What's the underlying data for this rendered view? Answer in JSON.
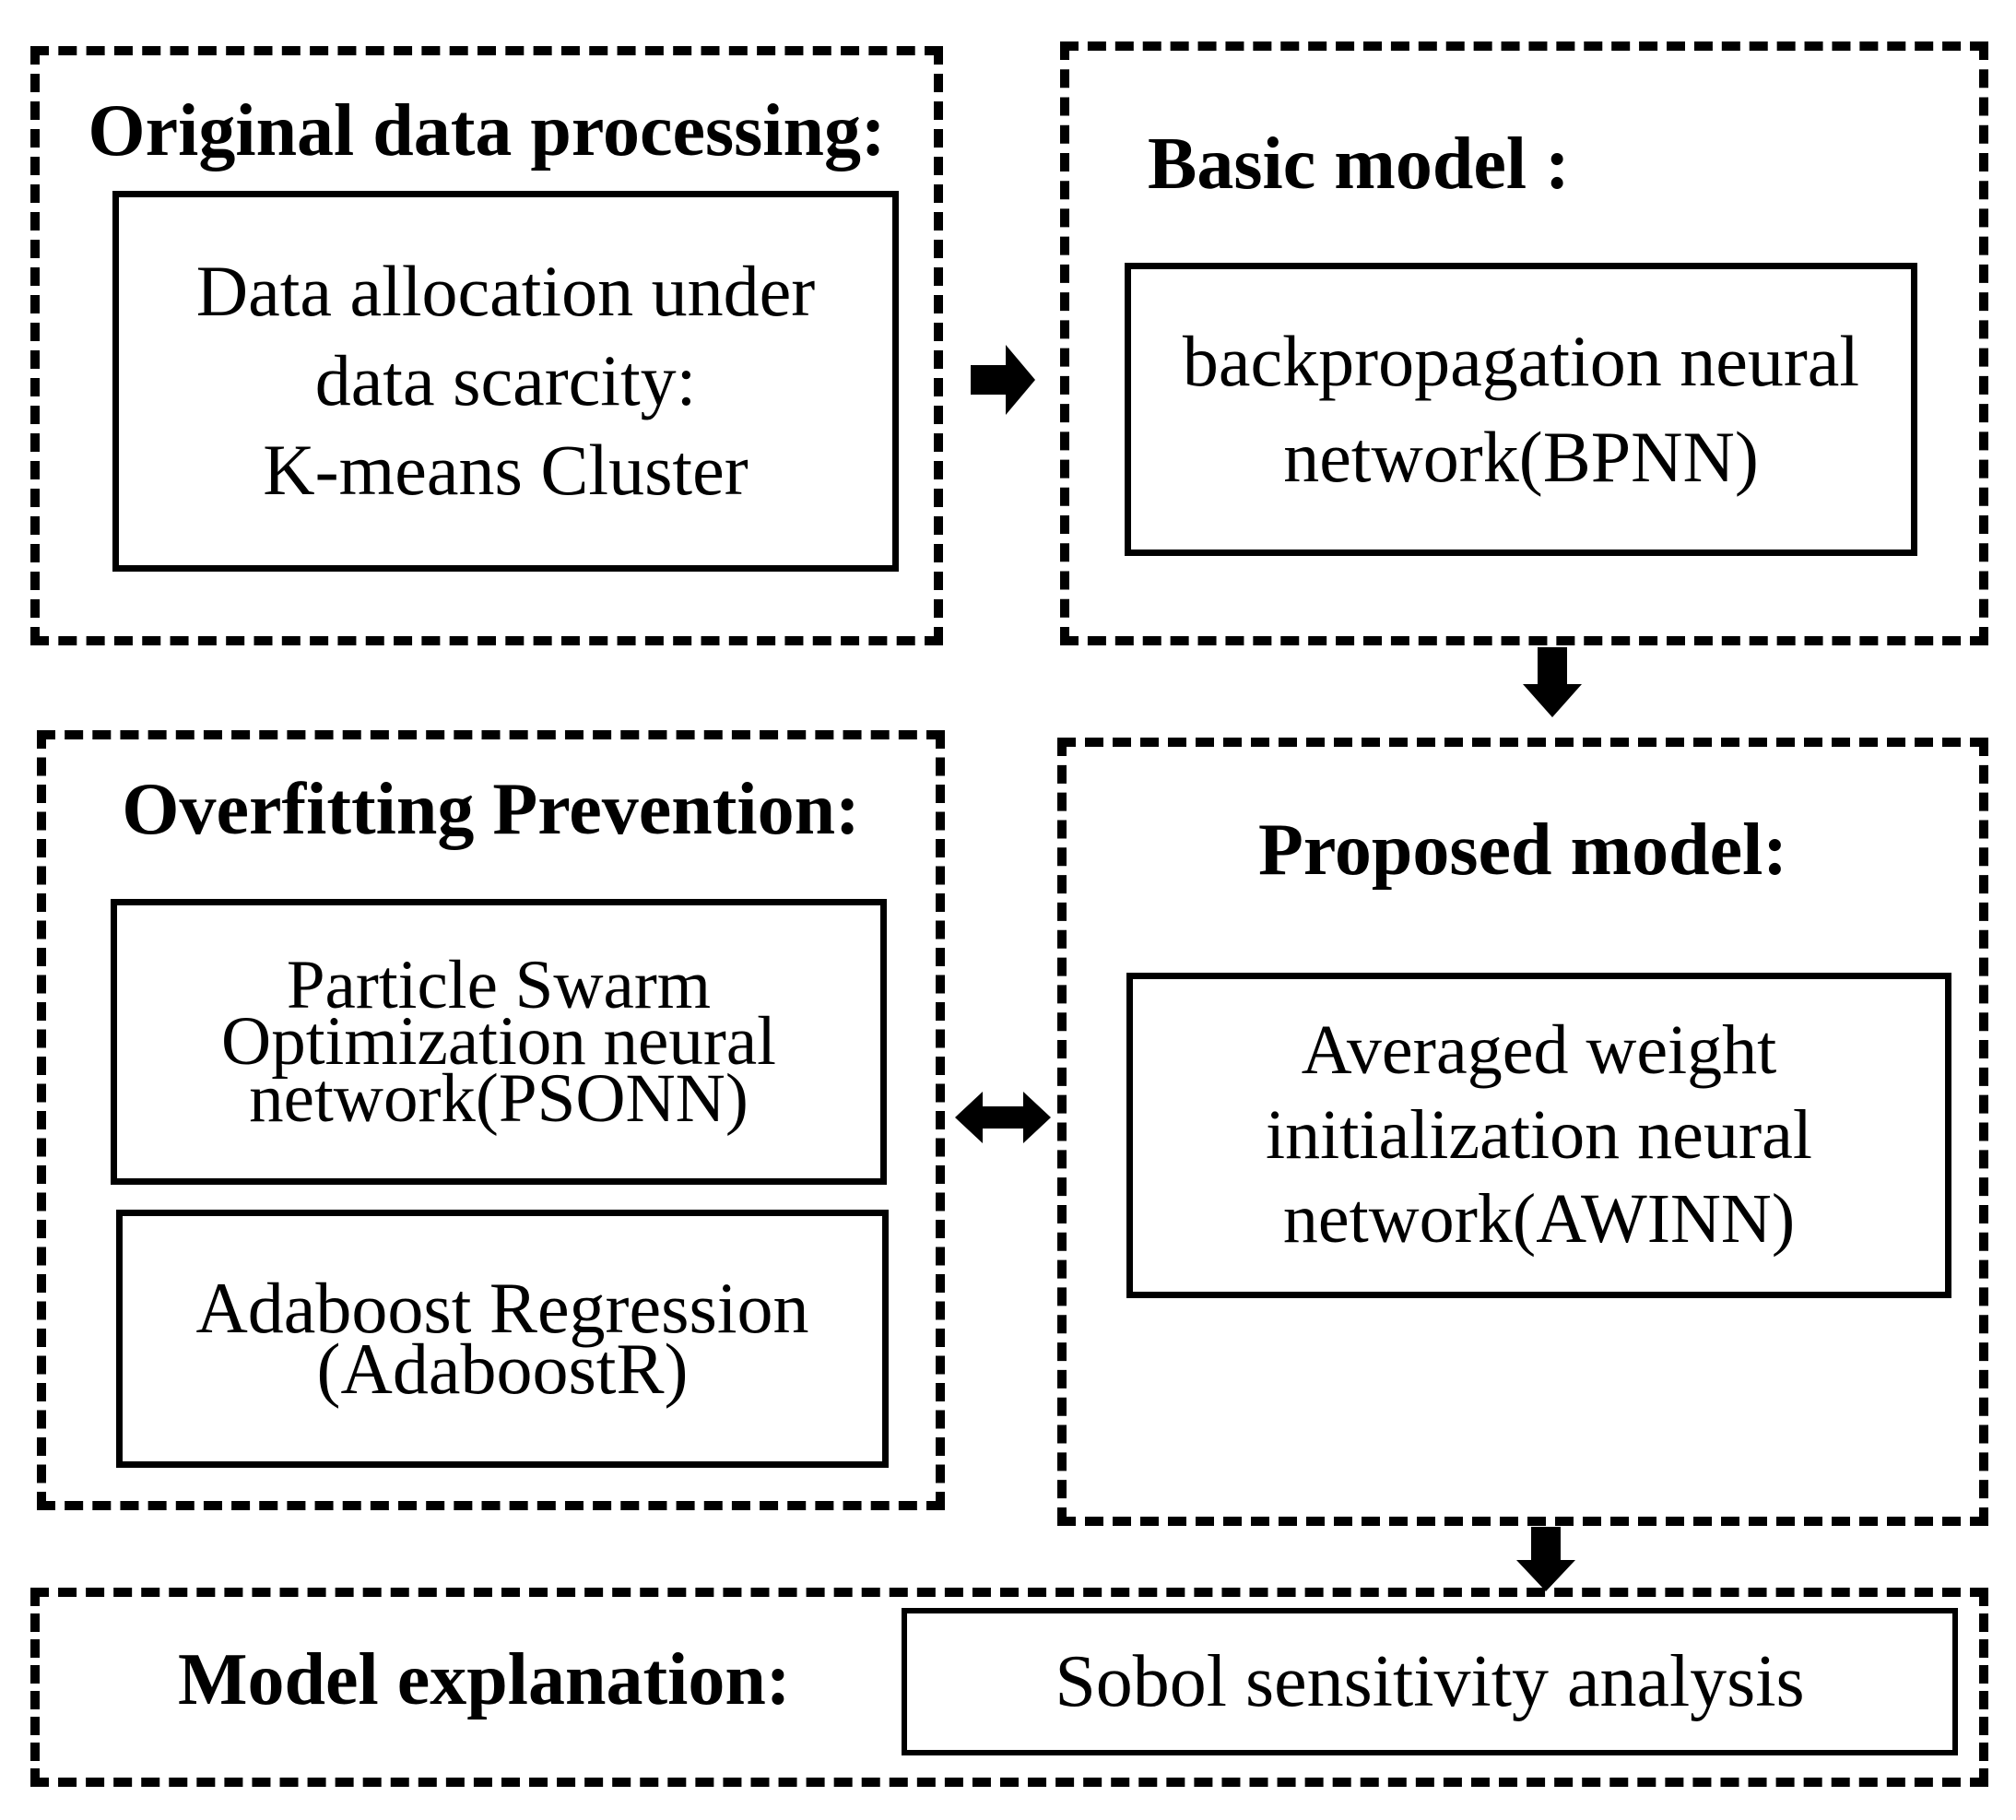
{
  "figure": {
    "colors": {
      "ink": "#000000",
      "background": "#ffffff"
    }
  },
  "sections": {
    "original": {
      "title": "Original data processing:",
      "box_lines": [
        "Data allocation under",
        "data scarcity:",
        "K-means Cluster"
      ]
    },
    "basic": {
      "title": "Basic model :",
      "box_lines": [
        "backpropagation neural",
        "network(BPNN)"
      ]
    },
    "overfitting": {
      "title": "Overfitting Prevention:",
      "psonn_lines": [
        "Particle Swarm",
        "Optimization neural",
        "network(PSONN)"
      ],
      "adaboost_lines": [
        "Adaboost Regression",
        "(AdaboostR)"
      ]
    },
    "proposed": {
      "title": "Proposed model:",
      "box_lines": [
        "Averaged weight",
        "initialization neural",
        "network(AWINN)"
      ]
    },
    "explanation": {
      "title": "Model explanation:",
      "box_lines": [
        "Sobol sensitivity analysis"
      ]
    }
  },
  "icons": {
    "flow_original_to_basic": "arrow-right",
    "flow_basic_to_proposed": "arrow-down",
    "flow_overfitting_proposed": "arrow-left-right",
    "flow_proposed_to_explanation": "arrow-down"
  }
}
